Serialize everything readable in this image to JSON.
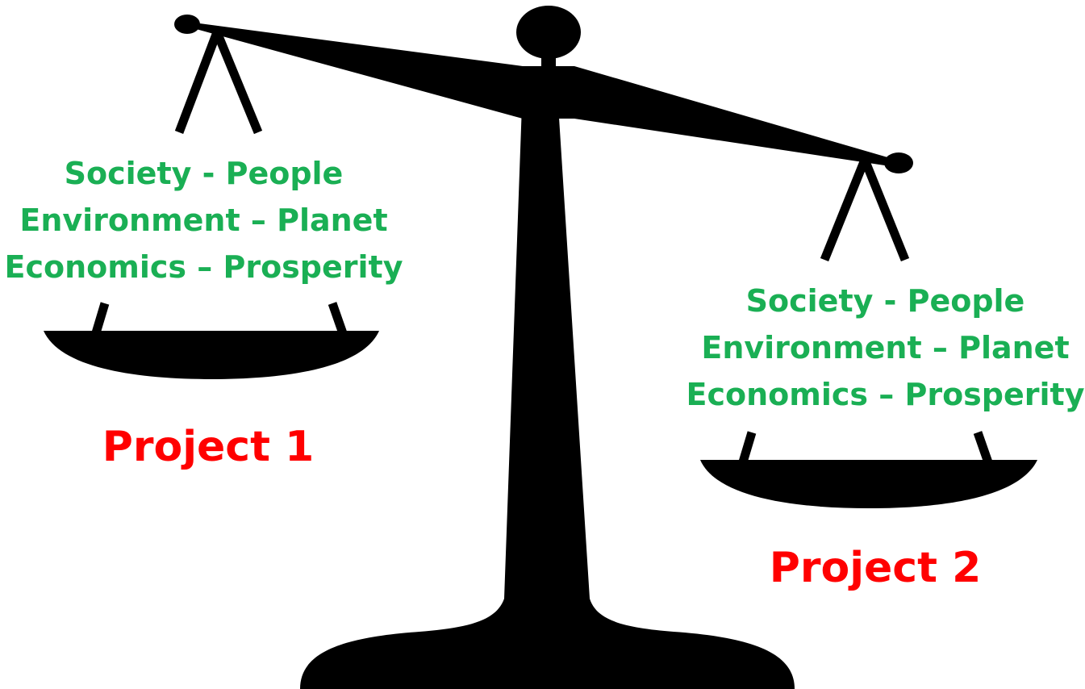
{
  "colors": {
    "ink": "#000000",
    "pillar_label": "#1aaf54",
    "project_label": "#ff0000"
  },
  "left_pan": {
    "lines": [
      "Society - People",
      "Environment – Planet",
      "Economics – Prosperity"
    ],
    "project": "Project 1"
  },
  "right_pan": {
    "lines": [
      "Society - People",
      "Environment – Planet",
      "Economics – Prosperity"
    ],
    "project": "Project 2"
  }
}
